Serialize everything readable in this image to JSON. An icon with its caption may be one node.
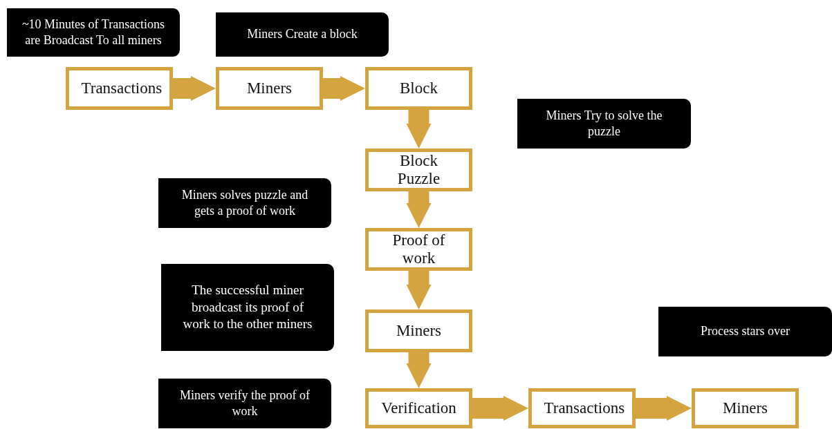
{
  "diagram": {
    "nodes": [
      {
        "text": [
          "~10 Minutes of Transactions are Broadcast To all miners"
        ]
      },
      {
        "text": [
          "Miners Create a block"
        ]
      },
      {
        "text": [
          "Transactions"
        ]
      },
      {
        "text": [
          "Miners"
        ]
      },
      {
        "text": [
          "Block"
        ]
      },
      {
        "text": [
          "Miners Try to solve the puzzle"
        ]
      },
      {
        "text": [
          "Block Puzzle"
        ]
      },
      {
        "text": [
          "Miners solves puzzle and gets a proof of work"
        ]
      },
      {
        "text": [
          "Proof of work"
        ]
      },
      {
        "text": [
          "The successful miner broadcast its proof of work to the other miners"
        ]
      },
      {
        "text": [
          "Miners"
        ]
      },
      {
        "text": [
          "Process stars over"
        ]
      },
      {
        "text": [
          "Miners verify the proof of work"
        ]
      },
      {
        "text": [
          "Verification"
        ]
      },
      {
        "text": [
          "Transactions"
        ]
      },
      {
        "text": [
          "Miners"
        ]
      }
    ],
    "edges": [
      {
        "from": 2,
        "to": 3,
        "arrow": "to"
      },
      {
        "from": 3,
        "to": 4,
        "arrow": "to"
      },
      {
        "from": 4,
        "to": 6,
        "arrow": "to"
      },
      {
        "from": 6,
        "to": 8,
        "arrow": "to"
      },
      {
        "from": 8,
        "to": 10,
        "arrow": "to"
      },
      {
        "from": 10,
        "to": 13,
        "arrow": "to"
      },
      {
        "from": 13,
        "to": 14,
        "arrow": "to"
      },
      {
        "from": 14,
        "to": 15,
        "arrow": "to"
      }
    ]
  }
}
